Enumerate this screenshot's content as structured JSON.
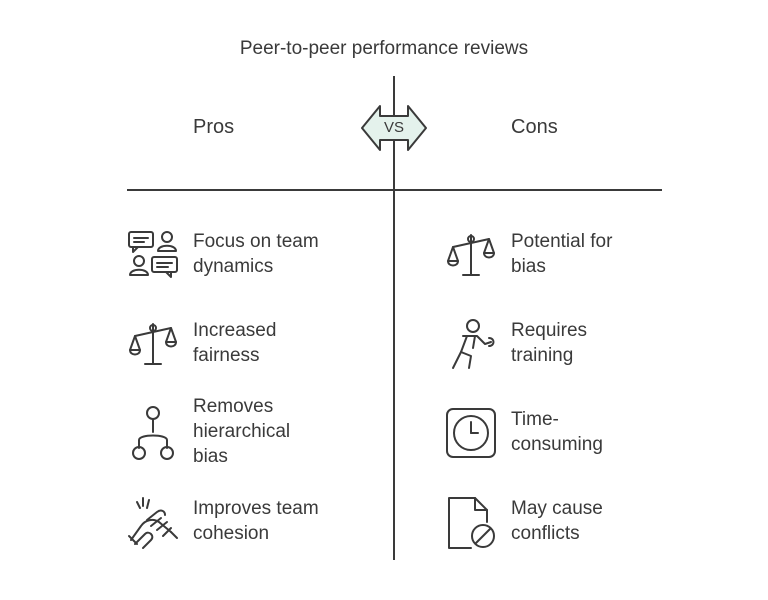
{
  "title": "Peer-to-peer performance reviews",
  "vs_label": "VS",
  "pros": {
    "heading": "Pros",
    "items": [
      {
        "label": "Focus on team\ndynamics",
        "icon": "team-chat-icon"
      },
      {
        "label": "Increased\nfairness",
        "icon": "scale-icon"
      },
      {
        "label": "Removes\nhierarchical\nbias",
        "icon": "hierarchy-icon"
      },
      {
        "label": "Improves team\ncohesion",
        "icon": "handshake-icon"
      }
    ]
  },
  "cons": {
    "heading": "Cons",
    "items": [
      {
        "label": "Potential for\nbias",
        "icon": "scale-icon"
      },
      {
        "label": "Requires\ntraining",
        "icon": "training-person-icon"
      },
      {
        "label": "Time-\nconsuming",
        "icon": "clock-icon"
      },
      {
        "label": "May cause\nconflicts",
        "icon": "document-prohibited-icon"
      }
    ]
  },
  "colors": {
    "line": "#3a3a3a",
    "vs_fill": "#e4f2ec"
  }
}
